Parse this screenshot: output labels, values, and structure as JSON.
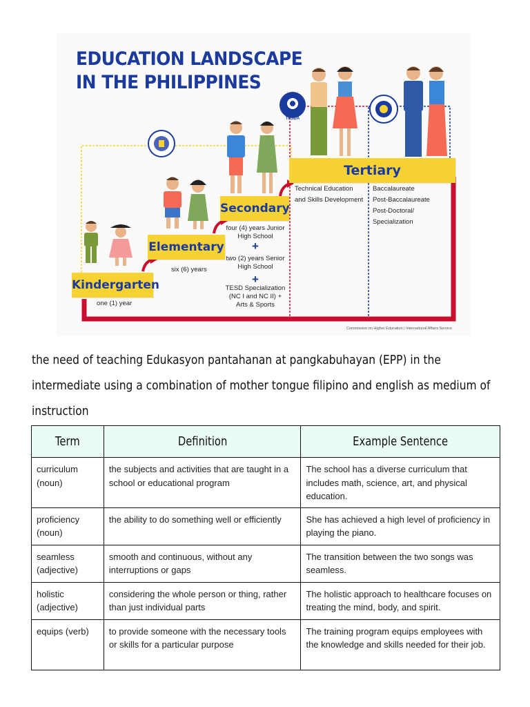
{
  "infographic": {
    "title_line1": "EDUCATION LANDSCAPE",
    "title_line2": "IN THE PHILIPPINES",
    "stages": {
      "kindergarten": {
        "label": "Kindergarten",
        "note": "one (1) year"
      },
      "elementary": {
        "label": "Elementary",
        "note": "six (6) years"
      },
      "secondary": {
        "label": "Secondary",
        "note1": "four (4) years Junior High School",
        "note2": "two (2) years Senior High School",
        "note3": "TESD Specialization (NC I and NC II) + Arts & Sports",
        "plus": "+"
      },
      "tertiary": {
        "label": "Tertiary",
        "tech_note": "Technical Education and Skills Development",
        "degrees": [
          "Baccalaureate",
          "Post-Baccalaureate",
          "Post-Doctoral/",
          "Specialization"
        ]
      }
    },
    "tesda_label": "TESDA",
    "credit": "Commission on Higher Education | International Affairs Service",
    "colors": {
      "title_blue": "#1a3a9e",
      "stage_yellow": "#f7d233",
      "path_red": "#c8102e"
    }
  },
  "heading": "the need of teaching Edukasyon pantahanan at pangkabuhayan (EPP) in the intermediate using a combination of mother tongue filipino and english as medium of instruction",
  "table": {
    "headers": [
      "Term",
      "Definition",
      "Example Sentence"
    ],
    "rows": [
      {
        "term": "curriculum (noun)",
        "definition": "the subjects and activities that are taught in a school or educational program",
        "example": "The school has a diverse curriculum that includes math, science, art, and physical education."
      },
      {
        "term": "proficiency (noun)",
        "definition": "the ability to do something well or efficiently",
        "example": "She has achieved a high level of proficiency in playing the piano."
      },
      {
        "term": "seamless (adjective)",
        "definition": "smooth and continuous, without any interruptions or gaps",
        "example": "The transition between the two songs was seamless."
      },
      {
        "term": "holistic (adjective)",
        "definition": "considering the whole person or thing, rather than just individual parts",
        "example": "The holistic approach to healthcare focuses on treating the mind, body, and spirit."
      },
      {
        "term": "equips (verb)",
        "definition": "to provide someone with the necessary tools or skills for a particular purpose",
        "example": "The training program equips employees with the knowledge and skills needed for their job."
      }
    ]
  }
}
